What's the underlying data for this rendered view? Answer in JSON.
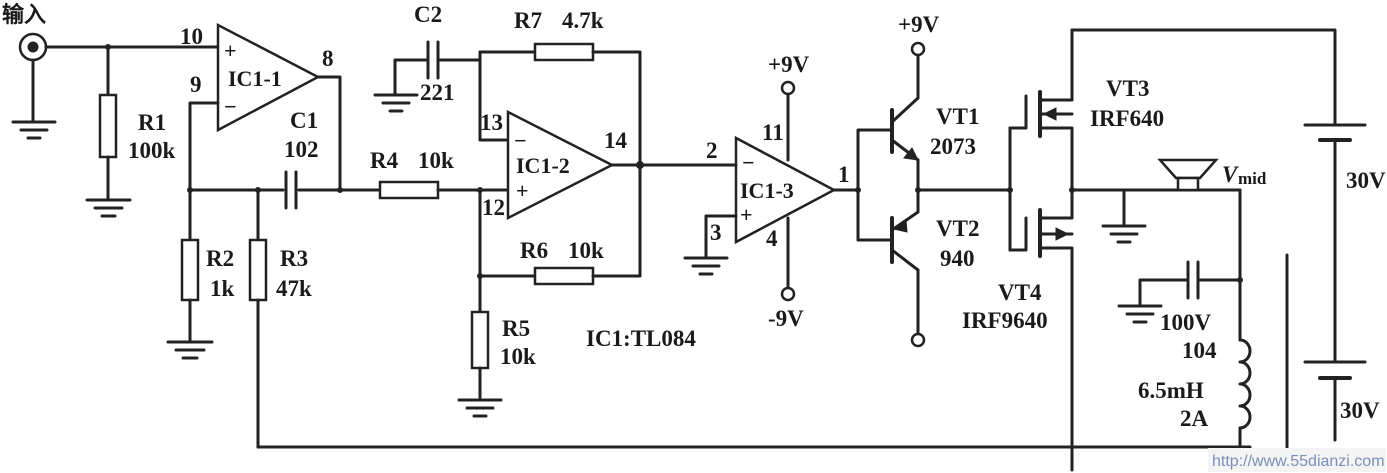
{
  "input": {
    "label": "输入"
  },
  "opamps": {
    "ic1_1": {
      "name": "IC1-1",
      "pin_noninv": "10",
      "pin_inv": "9",
      "pin_out": "8"
    },
    "ic1_2": {
      "name": "IC1-2",
      "pin_inv": "13",
      "pin_noninv": "12",
      "pin_out": "14"
    },
    "ic1_3": {
      "name": "IC1-3",
      "pin_inv": "2",
      "pin_noninv": "3",
      "pin_out": "1",
      "pin_vpos": "11",
      "pin_vneg": "4"
    },
    "plus": "+",
    "minus": "−"
  },
  "ic_note": "IC1:TL084",
  "resistors": {
    "r1": {
      "name": "R1",
      "value": "100k"
    },
    "r2": {
      "name": "R2",
      "value": "1k"
    },
    "r3": {
      "name": "R3",
      "value": "47k"
    },
    "r4": {
      "name": "R4",
      "value": "10k"
    },
    "r5": {
      "name": "R5",
      "value": "10k"
    },
    "r6": {
      "name": "R6",
      "value": "10k"
    },
    "r7": {
      "name": "R7",
      "value": "4.7k"
    }
  },
  "capacitors": {
    "c1": {
      "name": "C1",
      "value": "102"
    },
    "c2": {
      "name": "C2",
      "value": "221"
    },
    "c3": {
      "voltage": "100V",
      "value": "104"
    }
  },
  "supplies": {
    "pos_ic": "+9V",
    "neg_ic": "-9V",
    "pos_driver": "+9V",
    "battery_top": "30V",
    "battery_bottom": "30V"
  },
  "transistors": {
    "vt1": {
      "name": "VT1",
      "part": "2073"
    },
    "vt2": {
      "name": "VT2",
      "part": "940"
    },
    "vt3": {
      "name": "VT3",
      "part": "IRF640"
    },
    "vt4": {
      "name": "VT4",
      "part": "IRF9640"
    }
  },
  "speaker": {
    "label_v": "V",
    "label_sub": "mid"
  },
  "inductor": {
    "value": "6.5mH",
    "current": "2A"
  },
  "watermark": "http://www.55dianzi.com"
}
